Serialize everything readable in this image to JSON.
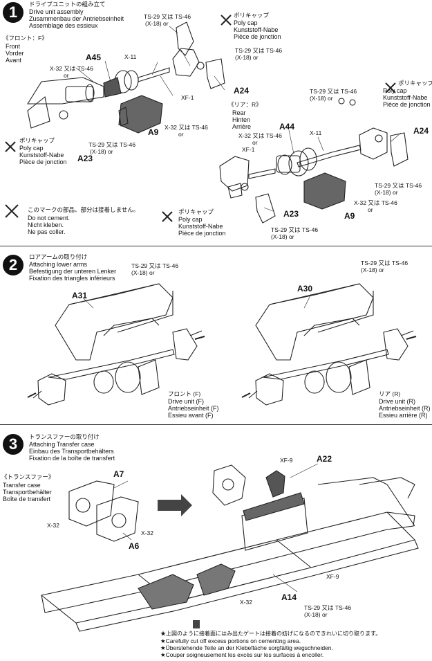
{
  "step1": {
    "number": "1",
    "title_jp": "ドライブユニットの組み立て",
    "title_en": "Drive unit assembly",
    "title_de": "Zusammenbau der Antriebseinheit",
    "title_fr": "Assemblage des essieux",
    "front_jp": "《フロント：F》",
    "front_en": "Front",
    "front_de": "Vorder",
    "front_fr": "Avant",
    "rear_jp": "《リア：R》",
    "rear_en": "Rear",
    "rear_de": "Hinten",
    "rear_fr": "Arrière",
    "polycap_jp": "ポリキャップ",
    "polycap_en": "Poly cap",
    "polycap_de": "Kunststoff-Nabe",
    "polycap_fr": "Pièce de jonction",
    "ts29": "TS-29",
    "x18": "(X-18)",
    "matawa": "又は",
    "or": "or",
    "ts46": "TS-46",
    "x32": "X-32",
    "x11": "X-11",
    "xf1": "XF-1",
    "a45": "A45",
    "a44": "A44",
    "a24": "A24",
    "a23": "A23",
    "a9": "A9",
    "nocement_jp": "このマークの部品、部分は接着しません。",
    "nocement_en": "Do not cement.",
    "nocement_de": "Nicht kleben.",
    "nocement_fr": "Ne pas coller."
  },
  "step2": {
    "number": "2",
    "title_jp": "ロアアームの取り付け",
    "title_en": "Attaching lower arms",
    "title_de": "Befestigung der unteren Lenker",
    "title_fr": "Fixation des triangles inférieurs",
    "a31": "A31",
    "a30": "A30",
    "front_jp": "フロント (F)",
    "front_en": "Drive unit (F)",
    "front_de": "Antriebseinheit (F)",
    "front_fr": "Essieu avant (F)",
    "rear_jp": "リア (R)",
    "rear_en": "Drive unit (R)",
    "rear_de": "Antriebseinheit (R)",
    "rear_fr": "Essieu arrière (R)"
  },
  "step3": {
    "number": "3",
    "title_jp": "トランスファーの取り付け",
    "title_en": "Attaching Transfer case",
    "title_de": "Einbau des Transportbehälters",
    "title_fr": "Fixation de la boîte de transfert",
    "transfer_jp": "《トランスファー》",
    "transfer_en": "Transfer case",
    "transfer_de": "Transportbehälter",
    "transfer_fr": "Boîte de transfert",
    "a7": "A7",
    "a6": "A6",
    "a22": "A22",
    "a14": "A14",
    "xf9": "XF-9",
    "x32": "X-32",
    "note_jp": "★上図のように接着面にはみ出たゲートは接着の妨げになるのできれいに切り取ります。",
    "note_en": "★Carefully cut off excess portions on cementing area.",
    "note_de": "★Überstehende Teile an der Klebefläche sorgfältig wegschneiden.",
    "note_fr": "★Couper soigneusement les excès sur les surfaces à encoller."
  }
}
